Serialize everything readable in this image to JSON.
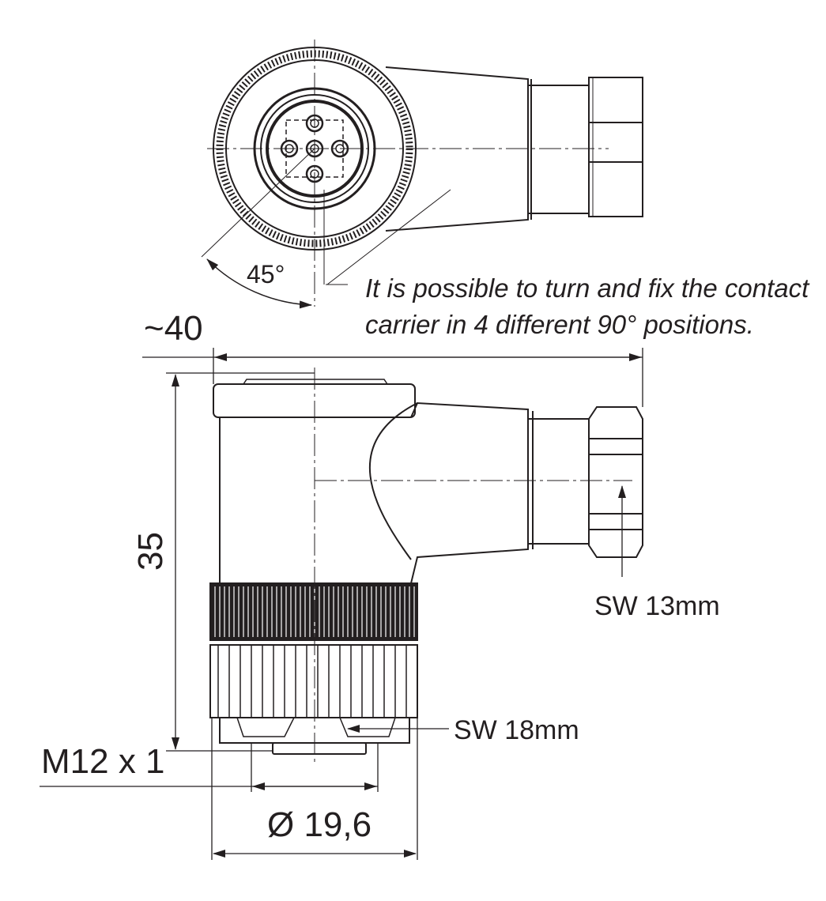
{
  "labels": {
    "angle": "45°",
    "note_line1": "It is possible to turn and fix the contact",
    "note_line2": "carrier in 4 different 90° positions.",
    "width_total": "~40",
    "height": "35",
    "wrench_small": "SW 13mm",
    "wrench_large": "SW 18mm",
    "thread": "M12 x 1",
    "diameter": "Ø 19,6"
  },
  "style": {
    "line_color": "#231f20",
    "background": "#ffffff"
  },
  "pins": {
    "count": 5
  }
}
